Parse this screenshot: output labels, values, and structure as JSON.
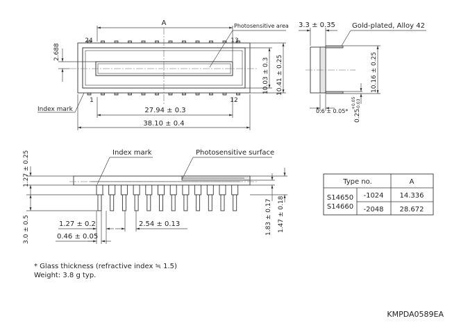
{
  "top_view": {
    "dim_a": "A",
    "pin_24": "24",
    "pin_13": "13",
    "pin_1": "1",
    "pin_12": "12",
    "dim_2688": "2.688",
    "photosensitive_area": "Photosensitive area",
    "dim_1003": "10.03 ± 0.3",
    "dim_1041": "10.41 ± 0.25",
    "index_mark": "Index mark",
    "dim_2794": "27.94 ± 0.3",
    "dim_3810": "38.10 ± 0.4"
  },
  "side_view": {
    "dim_33": "3.3 ± 0.35",
    "gold_plated": "Gold-plated, Alloy 42",
    "dim_1016": "10.16 ± 0.25",
    "dim_06": "0.6 ± 0.05*",
    "dim_025": "0.25",
    "dim_025_plus": "+0.05",
    "dim_025_minus": "-0.03"
  },
  "front_view": {
    "index_mark": "Index mark",
    "photosensitive_surface": "Photosensitive surface",
    "dim_127_025": "1.27 ± 0.25",
    "dim_30": "3.0 ± 0.5",
    "dim_127_02": "1.27 ± 0.2",
    "dim_046": "0.46 ± 0.05",
    "dim_254": "2.54 ± 0.13",
    "dim_183": "1.83 ± 0.17",
    "dim_147": "1.47 ± 0.18"
  },
  "type_table": {
    "header_type": "Type no.",
    "header_a": "A",
    "model_1": "S14650",
    "model_2": "S14660",
    "rows": [
      {
        "suffix": "-1024",
        "a": "14.336"
      },
      {
        "suffix": "-2048",
        "a": "28.672"
      }
    ]
  },
  "notes": {
    "glass": "* Glass thickness (refractive index ≒ 1.5)",
    "weight": "Weight: 3.8 g typ."
  },
  "drawing_code": "KMPDA0589EA"
}
